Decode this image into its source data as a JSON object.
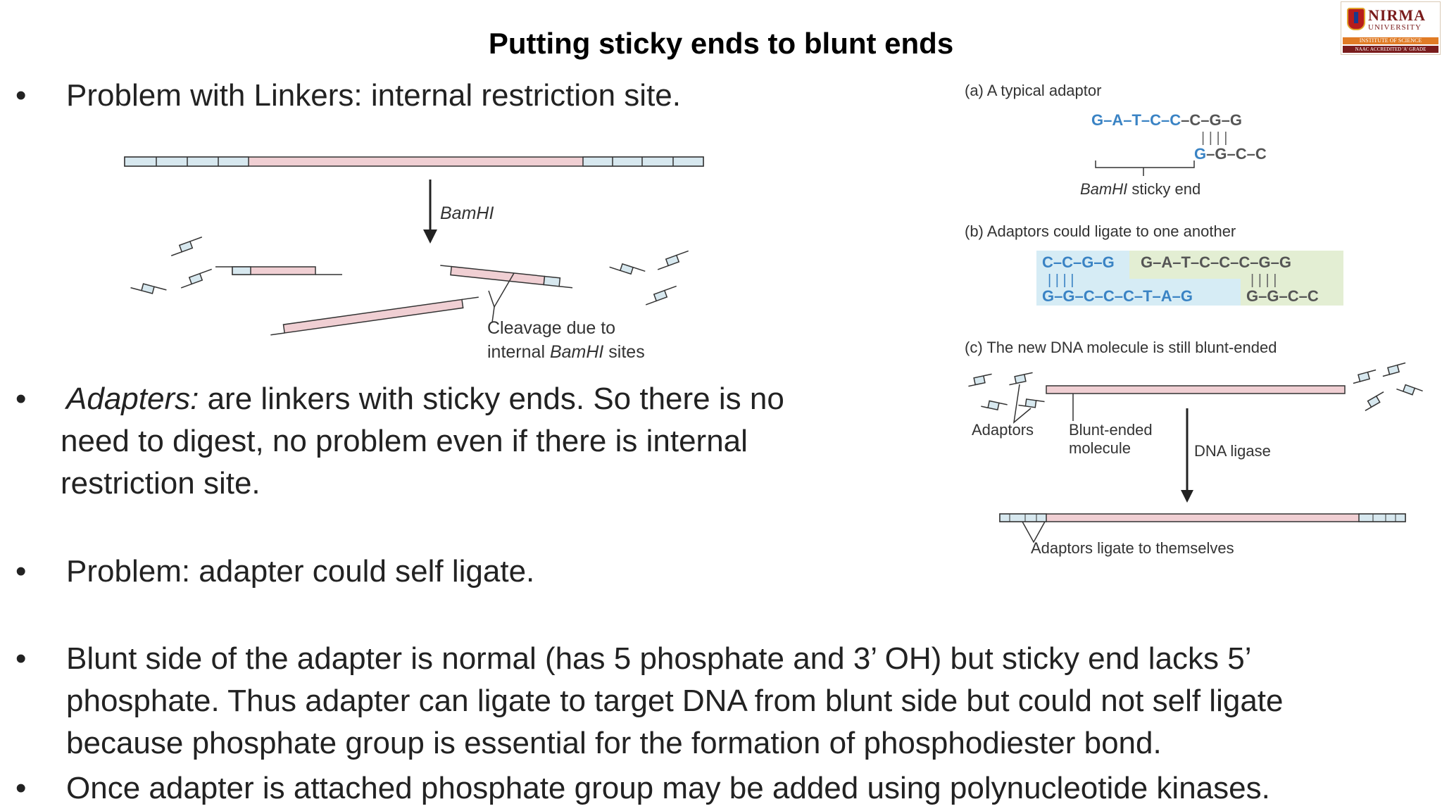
{
  "slide": {
    "title": "Putting sticky ends to blunt ends"
  },
  "logo": {
    "name": "NIRMA",
    "subtitle": "UNIVERSITY",
    "band_top": "INSTITUTE OF SCIENCE",
    "band_bottom": "NAAC ACCREDITED 'A' GRADE"
  },
  "bullets": {
    "b1": {
      "marker": "•",
      "text": "Problem with Linkers: internal restriction site."
    },
    "b2": {
      "marker": "•",
      "term": "Adapters:",
      "line1_rest": " are linkers with sticky ends. So there is no",
      "line2": "need to digest, no problem even if there is internal",
      "line3": "restriction site."
    },
    "b3": {
      "marker": "•",
      "text": "Problem: adapter could self ligate."
    },
    "b4": {
      "marker": "•",
      "line1": "Blunt side of the adapter is normal (has 5 phosphate and 3’ OH) but sticky end lacks 5’",
      "line2": "phosphate. Thus adapter can ligate to target DNA from blunt side but could not self ligate",
      "line3": "because phosphate group is essential for the formation of phosphodiester bond."
    },
    "b5": {
      "marker": "•",
      "text": "Once adapter is attached phosphate group may be added using polynucleotide kinases."
    }
  },
  "left_figure": {
    "enzyme_label": "BamHI",
    "cleavage_line1": "Cleavage due to",
    "cleavage_line2_pre": "internal ",
    "cleavage_line2_em": "BamHI",
    "cleavage_line2_post": " sites",
    "colors": {
      "linker": "#d7e8ef",
      "dna": "#f0cfd3",
      "stroke": "#333333"
    }
  },
  "right_figure": {
    "a_label": "(a) A typical adaptor",
    "a_top_blue": "G–A–T–C–C",
    "a_top_rest": "–C–G–G",
    "a_bars": "|    |    |    |",
    "a_bottom_blue": "G",
    "a_bottom_rest": "–G–C–C",
    "a_sticky_em": "BamHI",
    "a_sticky_rest": " sticky end",
    "b_label": "(b) Adaptors could ligate to one another",
    "b_left_top": "C–C–G–G",
    "b_left_bars": "|    |    |    |",
    "b_left_bottom": "G–G–C–C–C–T–A–G",
    "b_right_top": "G–A–T–C–C–C–G–G",
    "b_right_bars": "|    |    |    |",
    "b_right_bottom": "G–G–C–C",
    "c_label": "(c) The new DNA molecule is still blunt-ended",
    "adaptors_label": "Adaptors",
    "blunt_line1": "Blunt-ended",
    "blunt_line2": "molecule",
    "ligase_label": "DNA ligase",
    "self_label": "Adaptors ligate to themselves",
    "colors": {
      "blue": "#3a83c4",
      "blue_bg": "#d6ecf5",
      "green_bg": "#e3eed3",
      "dna": "#f0cfd3"
    }
  }
}
